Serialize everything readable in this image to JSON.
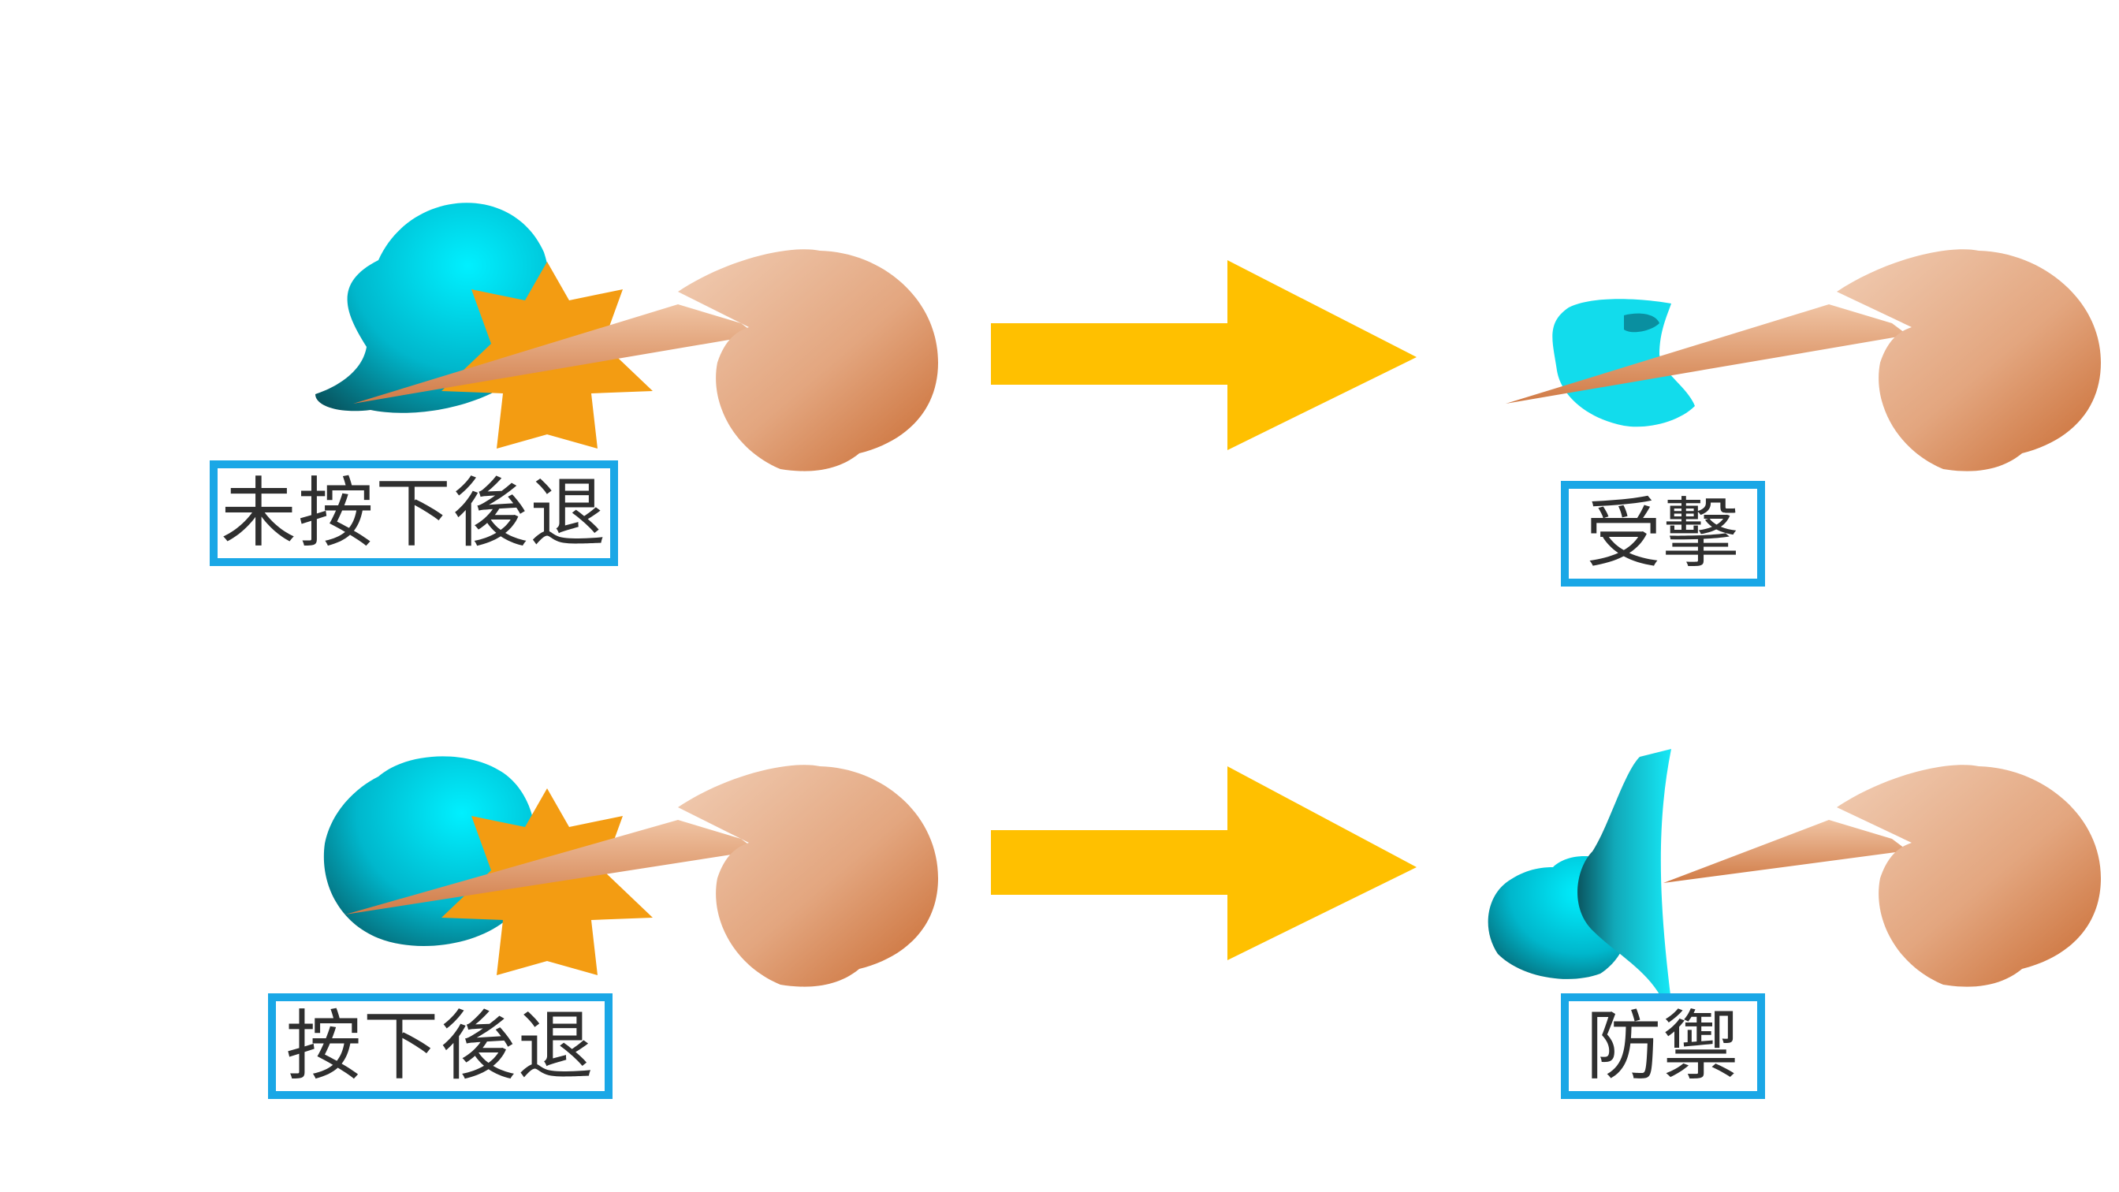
{
  "labels": {
    "top_left": "未按下後退",
    "top_right": "受擊",
    "bottom_left": "按下後退",
    "bottom_right": "防禦"
  },
  "colors": {
    "label_border": "#1aa7e6",
    "label_text": "#2f2f2f",
    "arrow": "#ffc000",
    "impact_star": "#f39c12",
    "character_cyan": "#00c8e6",
    "character_dark": "#0a4a55",
    "attacker_skin": "#e8b494",
    "attacker_shade": "#c87038"
  }
}
